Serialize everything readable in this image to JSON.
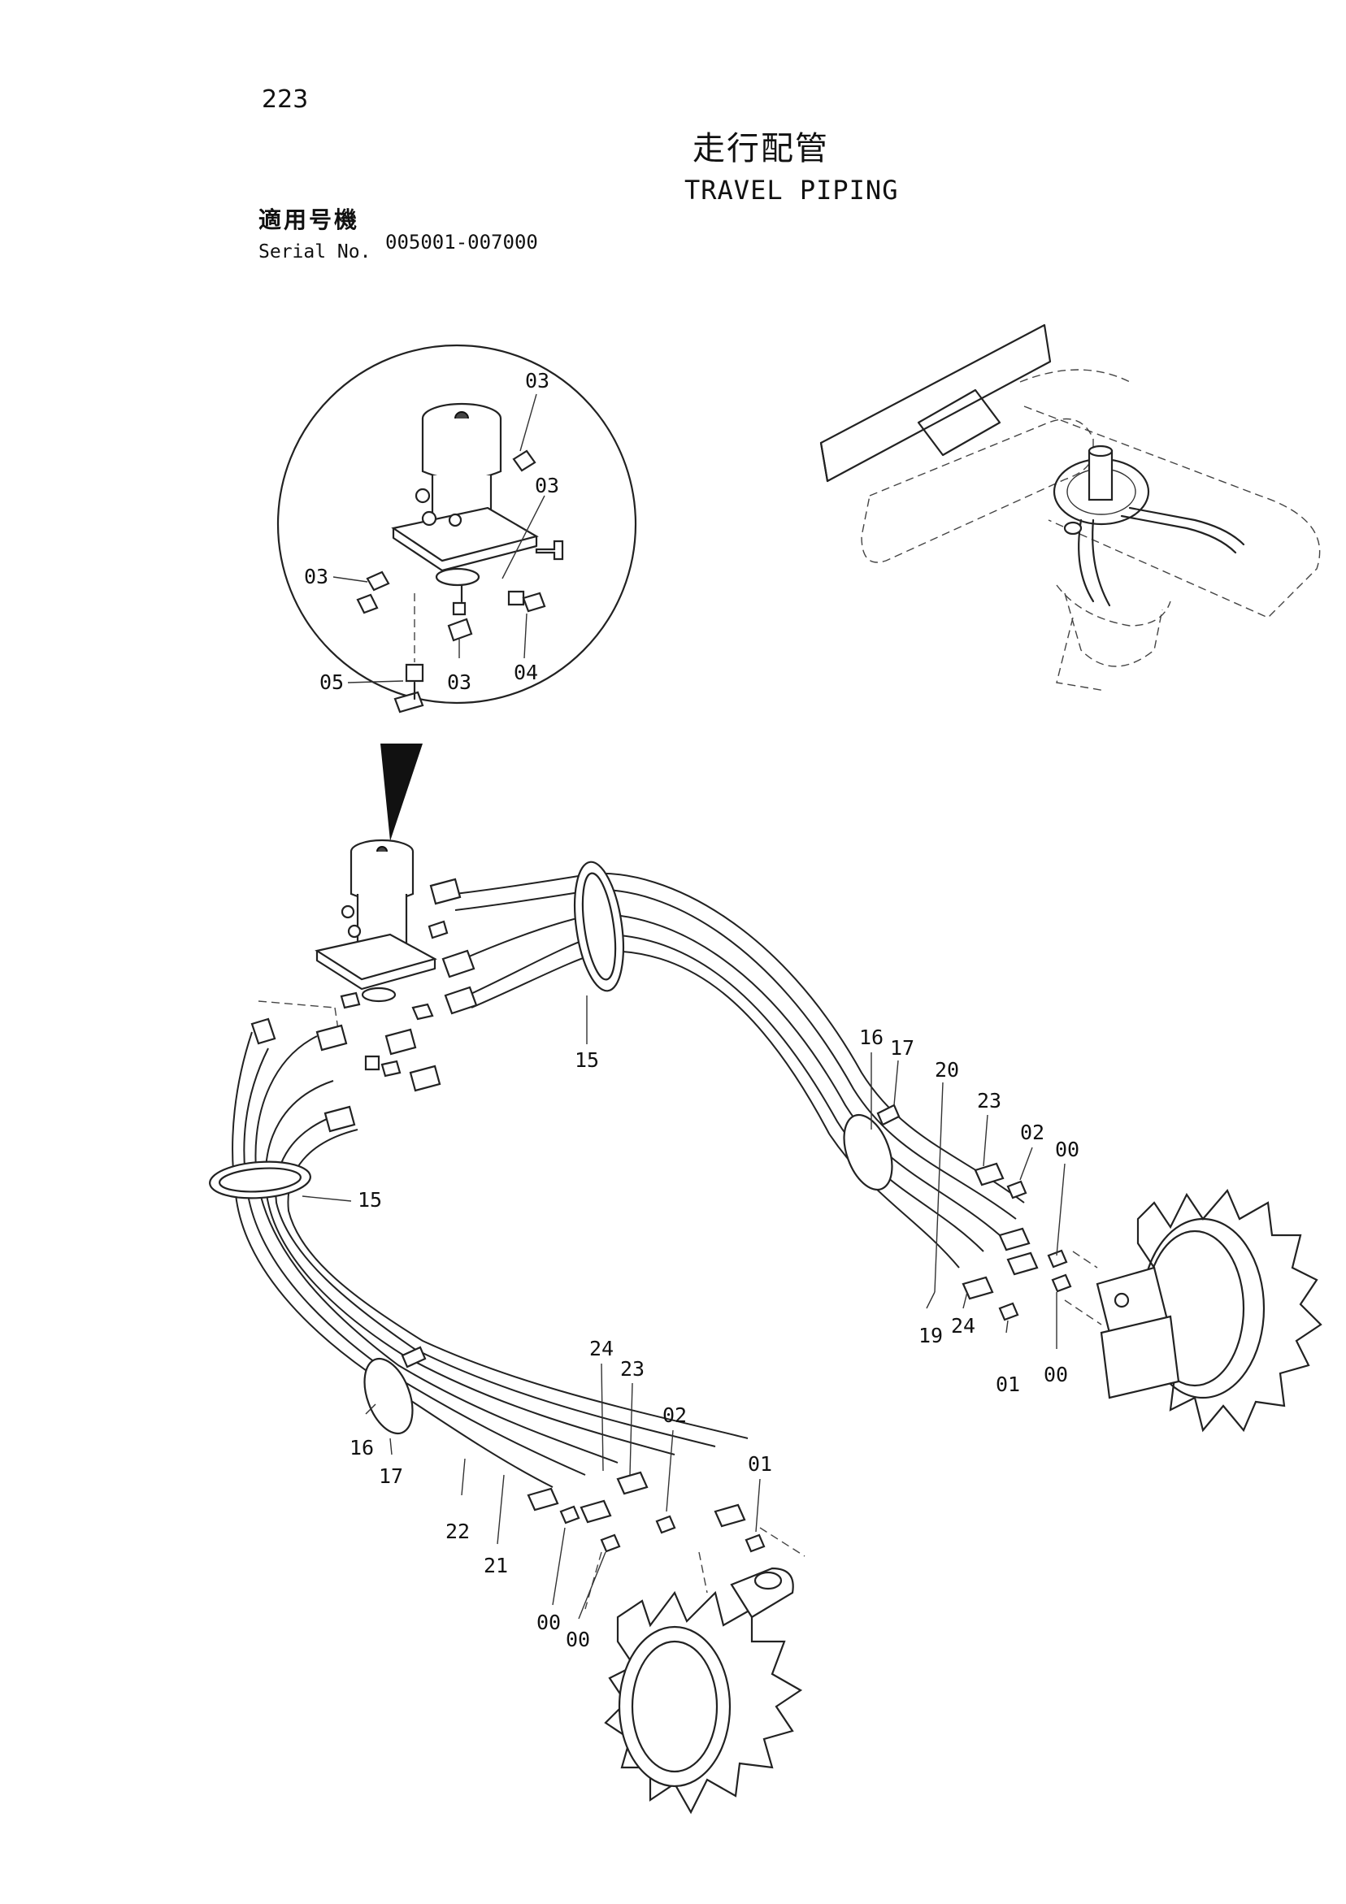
{
  "header": {
    "page_number": "223",
    "title_jp": "走行配管",
    "title_en": "TRAVEL PIPING",
    "serial_label_jp": "適用号機",
    "serial_label_en": "Serial No.",
    "serial_value": "005001-007000"
  },
  "callouts": {
    "detail_03_top": "03",
    "detail_03_right": "03",
    "detail_03_left": "03",
    "detail_03_bottom": "03",
    "detail_04": "04",
    "detail_05": "05",
    "hose_band_15_top": "15",
    "hose_band_15_left": "15",
    "right_16": "16",
    "right_17": "17",
    "right_20": "20",
    "right_23": "23",
    "right_02": "02",
    "right_00_top": "00",
    "right_19": "19",
    "right_24": "24",
    "right_01": "01",
    "right_00_bottom": "00",
    "left_16": "16",
    "left_17": "17",
    "left_24": "24",
    "left_23": "23",
    "left_02": "02",
    "left_01": "01",
    "left_22": "22",
    "left_21": "21",
    "left_00_a": "00",
    "left_00_b": "00"
  },
  "colors": {
    "line": "#222222",
    "background": "#ffffff"
  }
}
